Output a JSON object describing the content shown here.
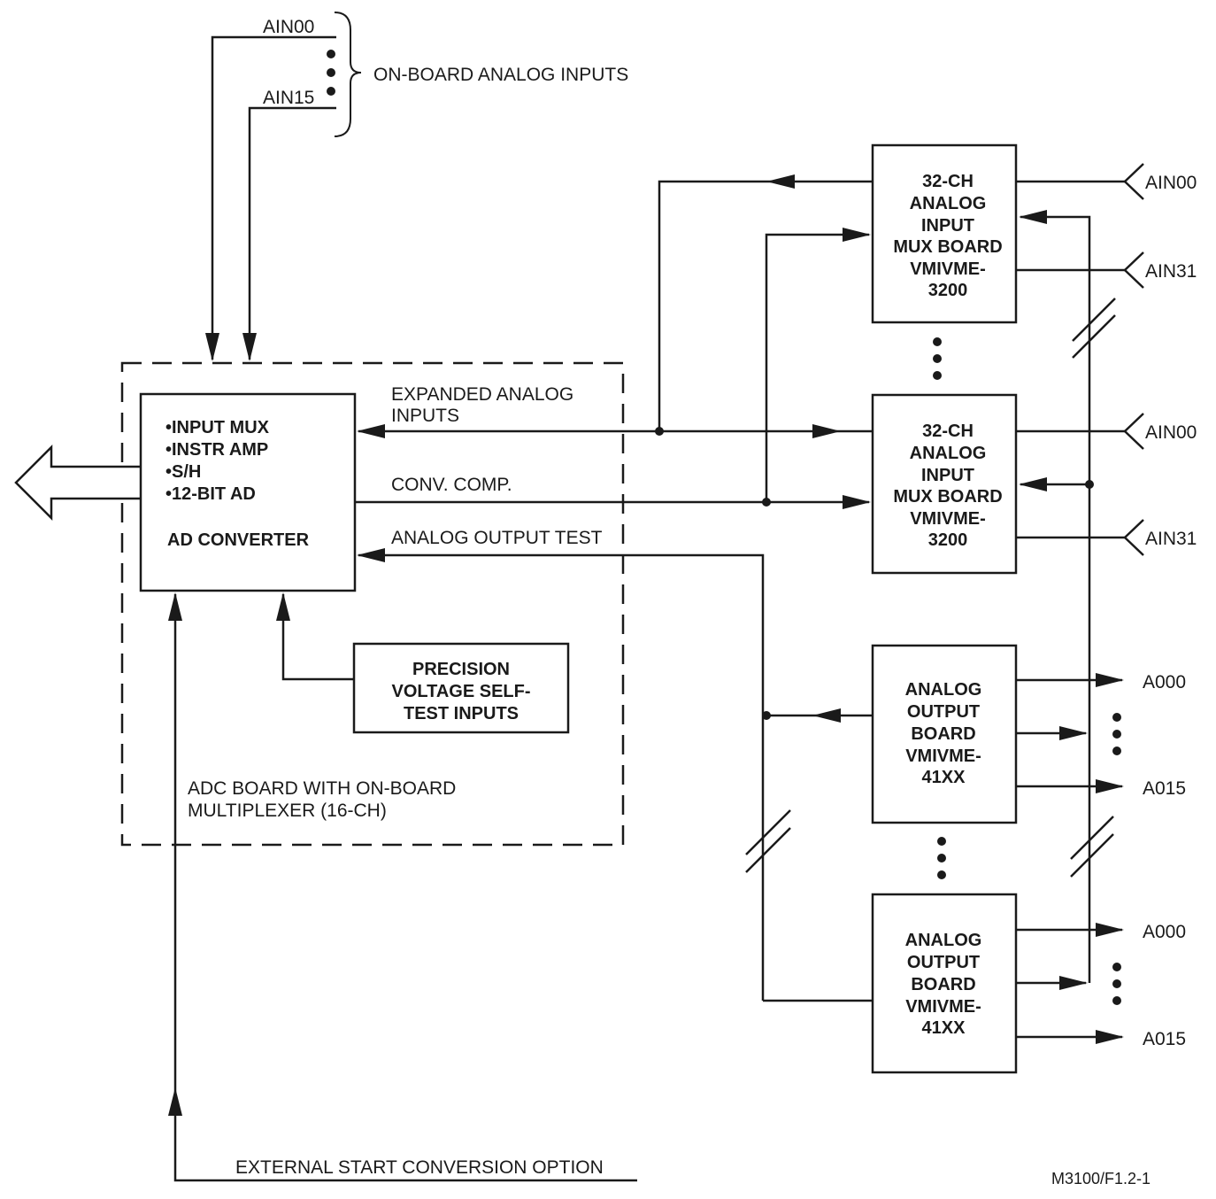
{
  "onboard": {
    "ain_first": "AIN00",
    "ain_last": "AIN15",
    "label": "ON-BOARD ANALOG INPUTS"
  },
  "adc": {
    "bullets": [
      "•INPUT MUX",
      "•INSTR AMP",
      "•S/H",
      "•12-BIT AD"
    ],
    "title": "AD CONVERTER",
    "board_caption": [
      "ADC BOARD WITH ON-BOARD",
      "MULTIPLEXER (16-CH)"
    ]
  },
  "precision": {
    "lines": [
      "PRECISION",
      "VOLTAGE SELF-",
      "TEST INPUTS"
    ]
  },
  "signals": {
    "expanded": [
      "EXPANDED ANALOG",
      "INPUTS"
    ],
    "conv_comp": "CONV. COMP.",
    "output_test": "ANALOG OUTPUT TEST",
    "external_start": "EXTERNAL START CONVERSION OPTION"
  },
  "mux_boards": [
    {
      "lines": [
        "32-CH",
        "ANALOG",
        "INPUT",
        "MUX BOARD",
        "VMIVME-",
        "3200"
      ],
      "in_first": "AIN00",
      "in_last": "AIN31"
    },
    {
      "lines": [
        "32-CH",
        "ANALOG",
        "INPUT",
        "MUX BOARD",
        "VMIVME-",
        "3200"
      ],
      "in_first": "AIN00",
      "in_last": "AIN31"
    }
  ],
  "out_boards": [
    {
      "lines": [
        "ANALOG",
        "OUTPUT",
        "BOARD",
        "VMIVME-",
        "41XX"
      ],
      "out_first": "A000",
      "out_last": "A015"
    },
    {
      "lines": [
        "ANALOG",
        "OUTPUT",
        "BOARD",
        "VMIVME-",
        "41XX"
      ],
      "out_first": "A000",
      "out_last": "A015"
    }
  ],
  "figure_id": "M3100/F1.2-1"
}
